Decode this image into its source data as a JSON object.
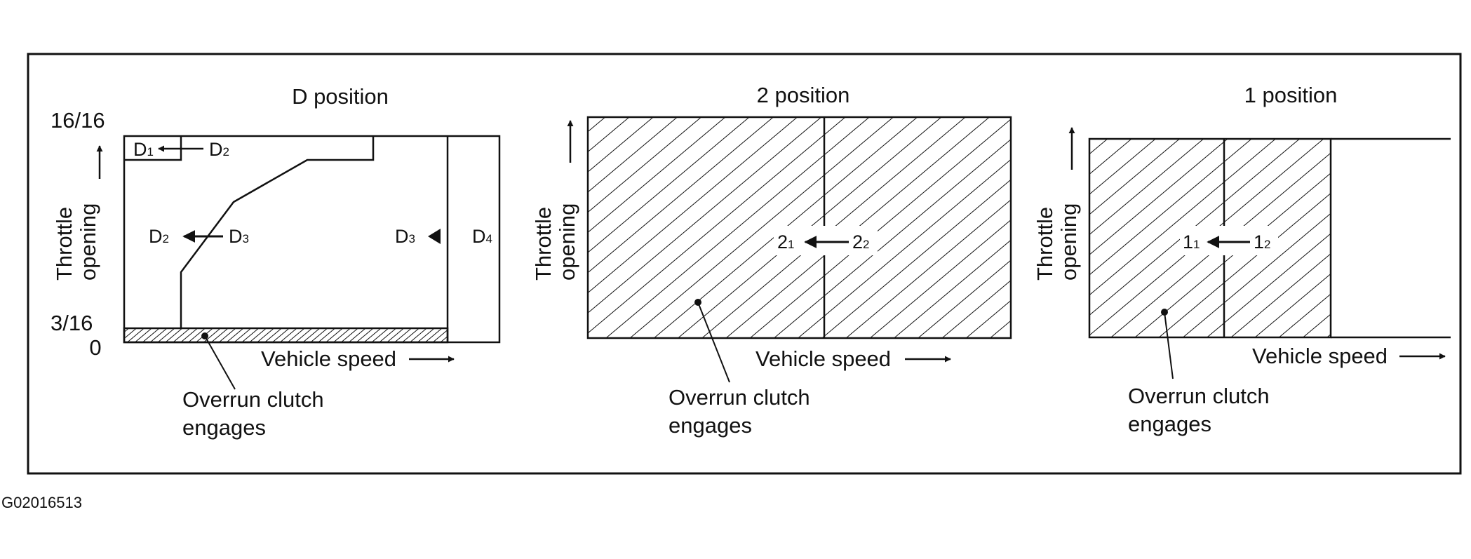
{
  "figure_id": "G02016513",
  "panels": [
    {
      "title": "D position",
      "y_label_line1": "Throttle",
      "y_label_line2": "opening",
      "y_tick_top": "16/16",
      "y_tick_mid": "3/16",
      "y_tick_zero": "0",
      "x_label": "Vehicle speed",
      "shift_labels": {
        "d1": "D",
        "d1_sub": "1",
        "d2a": "D",
        "d2a_sub": "2",
        "d2b": "D",
        "d2b_sub": "2",
        "d3a": "D",
        "d3a_sub": "3",
        "d3b": "D",
        "d3b_sub": "3",
        "d4": "D",
        "d4_sub": "4"
      },
      "callout_line1": "Overrun clutch",
      "callout_line2": "engages"
    },
    {
      "title": "2 position",
      "y_label_line1": "Throttle",
      "y_label_line2": "opening",
      "x_label": "Vehicle speed",
      "shift_labels": {
        "a": "2",
        "a_sub": "1",
        "b": "2",
        "b_sub": "2"
      },
      "callout_line1": "Overrun clutch",
      "callout_line2": "engages"
    },
    {
      "title": "1 position",
      "y_label_line1": "Throttle",
      "y_label_line2": "opening",
      "x_label": "Vehicle speed",
      "shift_labels": {
        "a": "1",
        "a_sub": "1",
        "b": "1",
        "b_sub": "2"
      },
      "callout_line1": "Overrun clutch",
      "callout_line2": "engages"
    }
  ]
}
